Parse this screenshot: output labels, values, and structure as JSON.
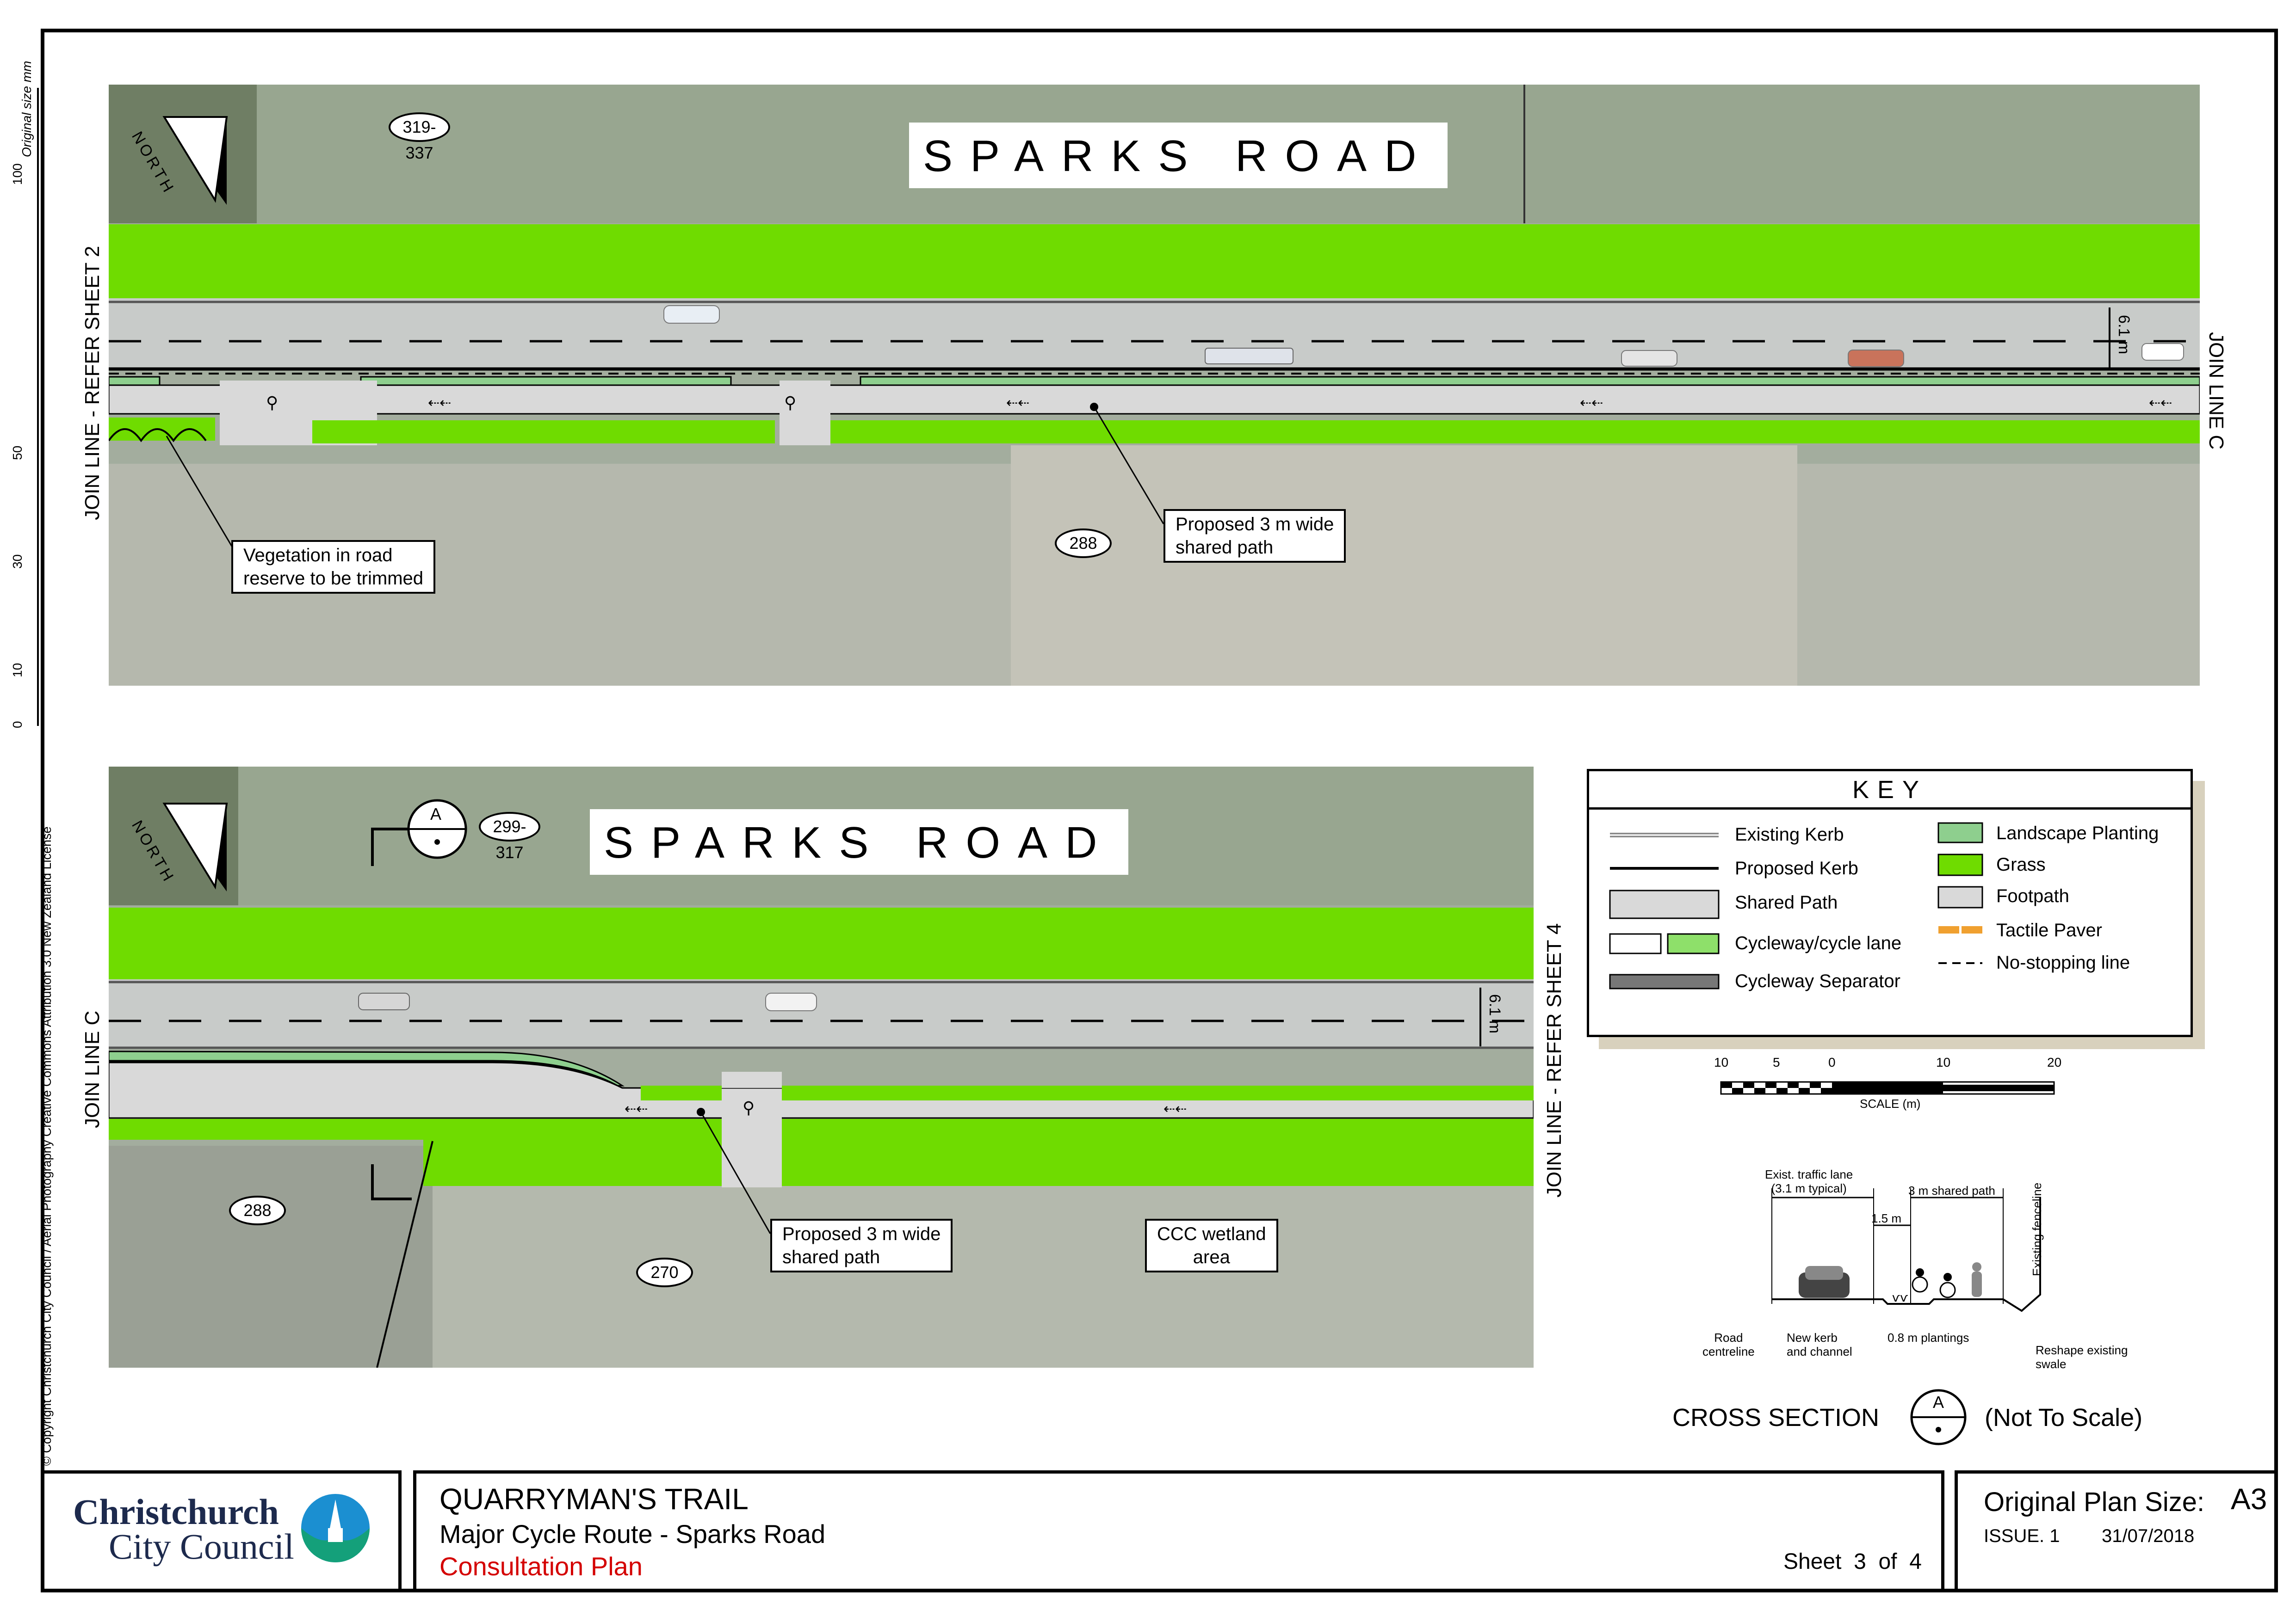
{
  "sidebar": {
    "scale_label": "Original size mm",
    "scale_ticks": [
      "100",
      "50",
      "30",
      "10",
      "0"
    ],
    "copyright": "© Copyright Christchurch City Council  / Aerial Photography Creative Commons Attribution 3.0 New Zealand License"
  },
  "plan_top": {
    "road_name": "SPARKS ROAD",
    "north_label": "NORTH",
    "lot_numbers": [
      "319-337",
      "288"
    ],
    "join_left": "JOIN LINE - REFER SHEET 2",
    "join_right": "JOIN LINE C",
    "width_dim": "6.1 m",
    "callouts": {
      "vegetation": "Vegetation in road\nreserve to be trimmed",
      "shared_path": "Proposed 3 m wide\nshared path"
    }
  },
  "plan_bottom": {
    "road_name": "SPARKS ROAD",
    "north_label": "NORTH",
    "section_marker": "A",
    "lot_numbers": [
      "299-317",
      "288",
      "270"
    ],
    "join_left": "JOIN LINE C",
    "join_right": "JOIN LINE - REFER SHEET 4",
    "width_dim": "6.1 m",
    "callouts": {
      "shared_path": "Proposed 3 m wide\nshared path",
      "wetland": "CCC wetland\narea"
    }
  },
  "key": {
    "title": "KEY",
    "items_left": [
      "Existing Kerb",
      "Proposed Kerb",
      "Shared Path",
      "Cycleway/cycle lane",
      "Cycleway Separator"
    ],
    "items_right": [
      "Landscape Planting",
      "Grass",
      "Footpath",
      "Tactile Paver",
      "No-stopping line"
    ]
  },
  "scale_bar": {
    "ticks": [
      "10",
      "5",
      "0",
      "10",
      "20"
    ],
    "label": "SCALE (m)"
  },
  "cross_section": {
    "labels": {
      "traffic_lane": "Exist. traffic lane\n(3.1 m typical)",
      "shared_path": "3 m shared path",
      "gap": "1.5 m",
      "fenceline": "Existing fenceline",
      "road_centreline": "Road\ncentreline",
      "new_kerb": "New kerb\nand channel",
      "plantings": "0.8 m plantings",
      "reshape": "Reshape existing\nswale"
    },
    "title": "CROSS SECTION",
    "marker": "A",
    "note": "(Not To Scale)"
  },
  "title_block": {
    "logo_line1": "Christchurch",
    "logo_line2": "City Council",
    "project": "QUARRYMAN'S TRAIL",
    "route": "Major Cycle Route - Sparks Road",
    "plan_type": "Consultation Plan",
    "sheet_label": "Sheet",
    "sheet_num": "3",
    "sheet_of": "of",
    "sheet_total": "4",
    "plan_size_label": "Original Plan Size:",
    "plan_size_value": "A3",
    "issue": "ISSUE. 1",
    "date": "31/07/2018"
  },
  "colors": {
    "grass": "#6fdc00",
    "footpath": "#d9d9d9",
    "road": "#c8cbc9",
    "aerial": "#9fa99a",
    "planting": "#8ecf8e",
    "tactile": "#f0a030",
    "plan_type": "#d40000"
  }
}
